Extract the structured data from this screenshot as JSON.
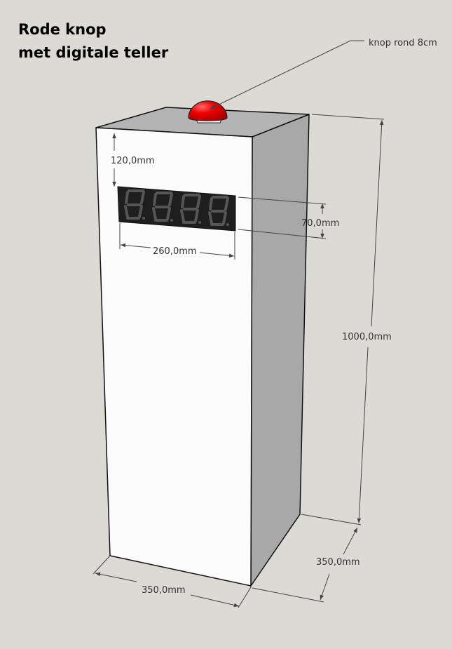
{
  "title": {
    "line1": "Rode knop",
    "line2": "met digitale teller"
  },
  "annotations": {
    "button_label": "knop rond 8cm",
    "top_offset": "120,0mm",
    "display_height": "70,0mm",
    "display_width": "260,0mm",
    "height": "1000,0mm",
    "depth": "350,0mm",
    "width": "350,0mm"
  },
  "colors": {
    "button": "#e80000",
    "display": "#1e1e1e",
    "background": "#dcdad5"
  }
}
